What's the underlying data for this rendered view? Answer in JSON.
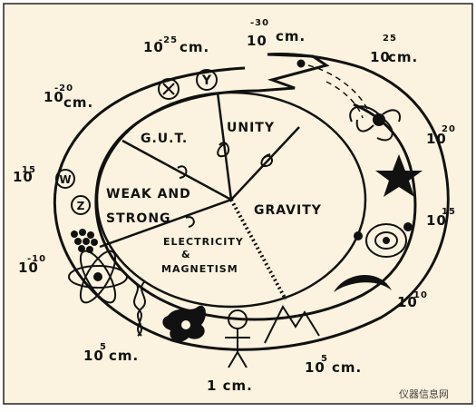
{
  "diagram": {
    "background": "#fbf3df",
    "ink": "#111111",
    "scale_labels": {
      "cm_1e_25": {
        "base": "10",
        "exp": "-25",
        "unit": "cm."
      },
      "cm_1e_30": {
        "base": "10",
        "exp": "-30",
        "unit": "cm."
      },
      "cm_1e25": {
        "base": "10",
        "exp": "25",
        "unit": "cm."
      },
      "cm_1e_20": {
        "base": "10",
        "exp": "-20",
        "unit": "cm."
      },
      "e20": {
        "base": "10",
        "exp": "20"
      },
      "e_15": {
        "base": "10",
        "exp": "15"
      },
      "e15": {
        "base": "10",
        "exp": "15"
      },
      "e_10": {
        "base": "10",
        "exp": "-10"
      },
      "e10": {
        "base": "10",
        "exp": "10"
      },
      "cm_1e_5": {
        "base": "10",
        "exp": "5",
        "unit": "cm."
      },
      "cm_1": {
        "text": "1 cm."
      },
      "cm_1e5": {
        "base": "10",
        "exp": "5",
        "unit": "cm."
      }
    },
    "sectors": {
      "gut": "G.U.T.",
      "unity": "UNITY",
      "weak_strong_line1": "WEAK AND",
      "weak_strong_line2": "STRONG",
      "gravity": "GRAVITY",
      "em_line1": "ELECTRICITY",
      "em_line2": "&",
      "em_line3": "MAGNETISM"
    },
    "symbols": {
      "upsilon": "Υ",
      "w_symbol": "W",
      "z_symbol": "Z"
    },
    "watermark": "仪器信息网"
  }
}
